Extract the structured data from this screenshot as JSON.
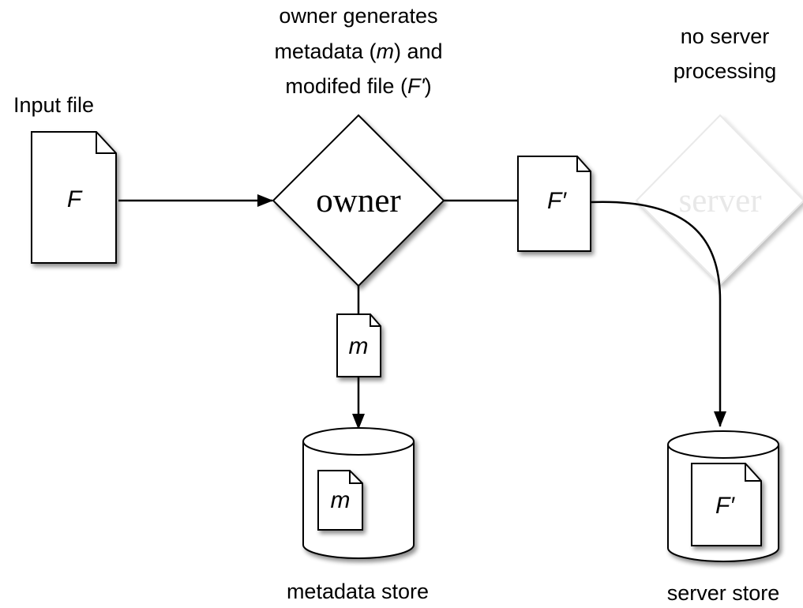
{
  "captions": {
    "input_file": "Input file",
    "owner_caption": [
      "owner generates",
      "metadata (m) and",
      "modifed file (F')"
    ],
    "server_caption": [
      "no server",
      "processing"
    ],
    "metadata_store": "metadata store",
    "server_store": "server store"
  },
  "nodes": {
    "owner": "owner",
    "server": "server"
  },
  "files": {
    "input": "F",
    "modified": "F′",
    "metadata": "m",
    "stored_metadata": "m",
    "stored_modified": "F′"
  },
  "colors": {
    "stroke": "#000000",
    "server_faded": "#cfcfcf",
    "server_text": "#e6e6e6",
    "shadow": "#9a9a9a"
  }
}
